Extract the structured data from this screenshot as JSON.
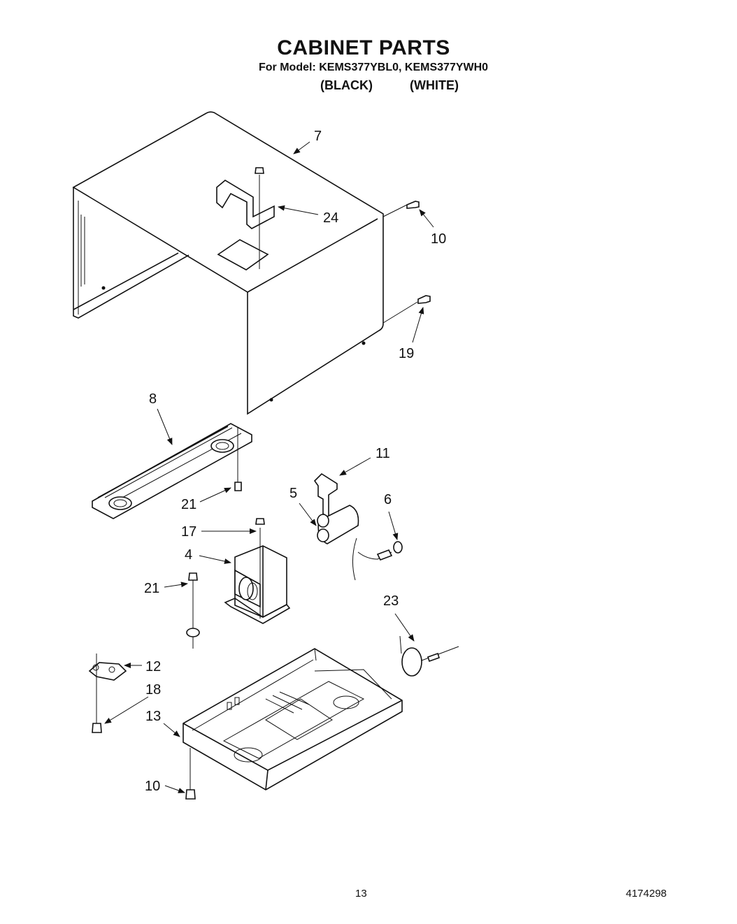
{
  "header": {
    "title": "CABINET PARTS",
    "model_line": "For Model: KEMS377YBL0, KEMS377YWH0",
    "variant_black": "(BLACK)",
    "variant_white": "(WHITE)"
  },
  "callouts": {
    "c7": "7",
    "c24": "24",
    "c10a": "10",
    "c19": "19",
    "c8": "8",
    "c21a": "21",
    "c11": "11",
    "c5": "5",
    "c6": "6",
    "c17": "17",
    "c4": "4",
    "c21b": "21",
    "c23": "23",
    "c12": "12",
    "c18": "18",
    "c13": "13",
    "c10b": "10"
  },
  "footer": {
    "page_number": "13",
    "document_number": "4174298"
  }
}
